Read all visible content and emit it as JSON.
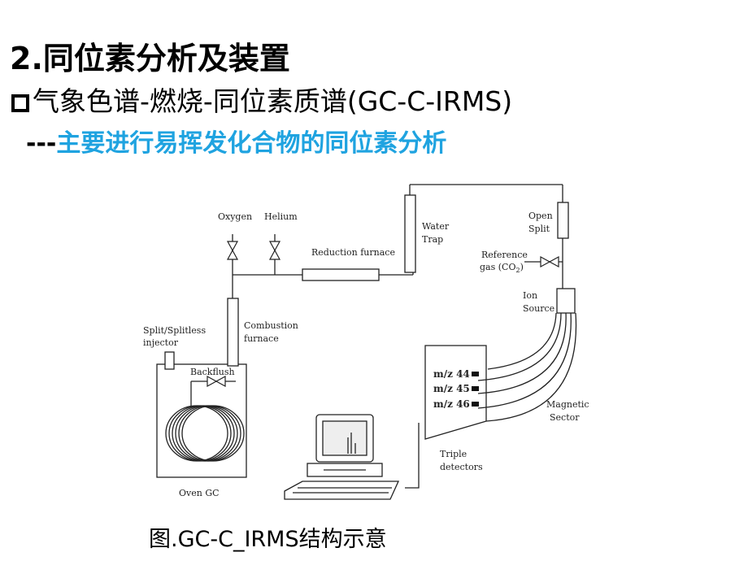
{
  "slide": {
    "title": "2.同位素分析及装置",
    "subtitle": "气象色谱-燃烧-同位素质谱(GC-C-IRMS)",
    "note_dash": "---",
    "note_text": "主要进行易挥发化合物的同位素分析",
    "caption": "图.GC-C_IRMS结构示意"
  },
  "diagram": {
    "oxygen": "Oxygen",
    "helium": "Helium",
    "reduction_furnace": "Reduction furnace",
    "water": "Water",
    "trap": "Trap",
    "open": "Open",
    "split": "Split",
    "reference": "Reference",
    "ref_gas": "gas (CO",
    "ref_gas_sub": "2",
    "ref_gas_close": ")",
    "ion": "Ion",
    "source": "Source",
    "split_splitless": "Split/Splitless",
    "injector": "injector",
    "combustion": "Combustion",
    "furnace": "furnace",
    "backflush": "Backflush",
    "mz44": "m/z 44",
    "mz45": "m/z 45",
    "mz46": "m/z 46",
    "magnetic": "Magnetic",
    "sector": "Sector",
    "triple": "Triple",
    "detectors": "detectors",
    "oven_gc": "Oven GC"
  }
}
